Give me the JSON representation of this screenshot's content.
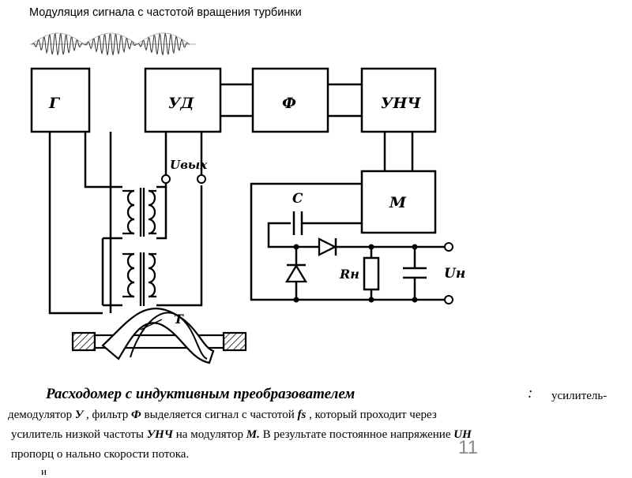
{
  "header": {
    "title": "Модуляция сигнала с частотой вращения турбинки"
  },
  "blocks": {
    "g": "Г",
    "ud": "УД",
    "f": "Ф",
    "unch": "УНЧ",
    "m": "М"
  },
  "labels": {
    "uvyh": "Uвых",
    "c": "C",
    "rn": "Rн",
    "un": "Uн",
    "t": "T"
  },
  "caption": {
    "heading": "Расходомер с индуктивным преобразователем",
    "colon": ":",
    "line1_tail": "усилитель-",
    "line2": {
      "a": "демодулятор",
      "sym_u": "У",
      "b": ", фильтр",
      "sym_f": "Ф",
      "c": "выделяется сигнал с частотой",
      "sym_fs": "fs",
      "d": ", который проходит через"
    },
    "line3": {
      "a": "усилитель низкой частоты",
      "sym_unch": "УНЧ",
      "b": "на модулятор",
      "sym_m": "М.",
      "c": "В результате постоянное напряжение",
      "sym_un": "UН"
    },
    "line4": "пропорц о нально скорости потока.",
    "cut": "и"
  },
  "page_number": "11"
}
